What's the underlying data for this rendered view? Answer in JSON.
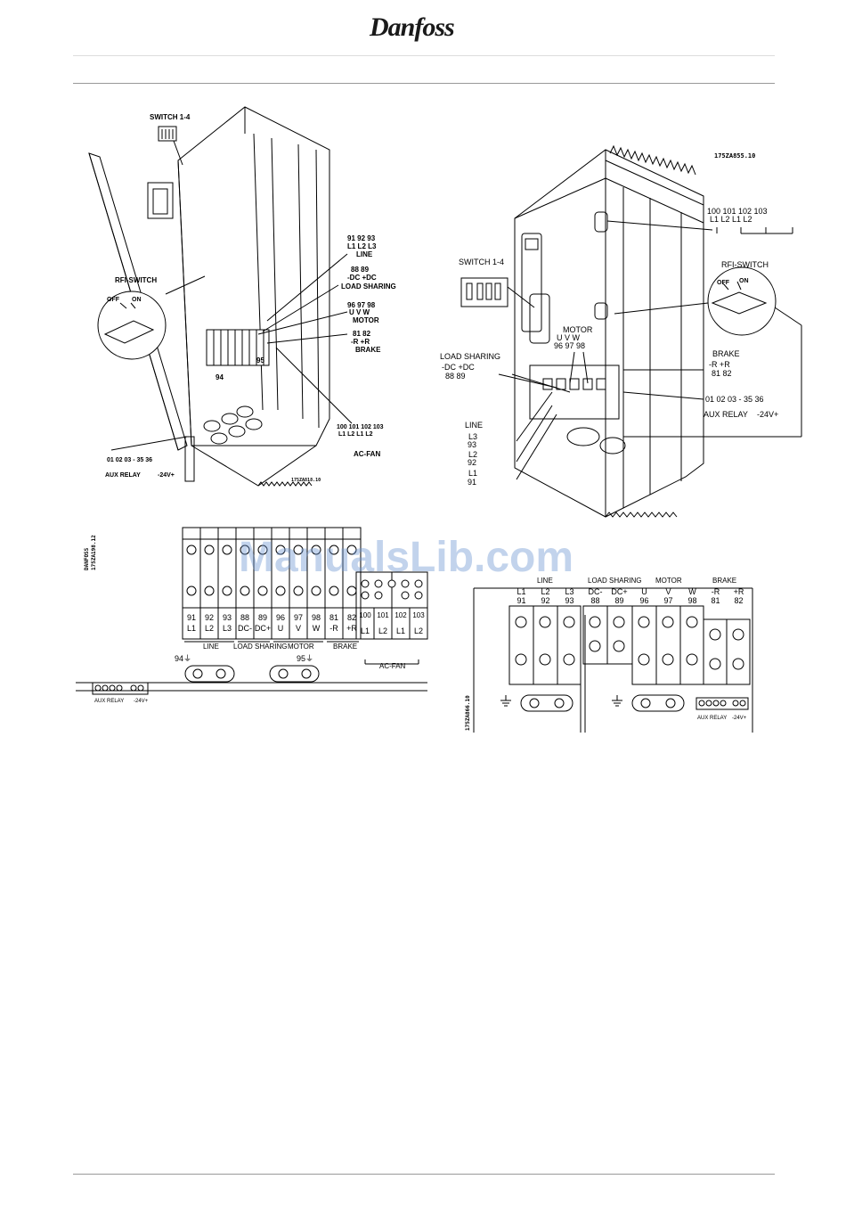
{
  "header": {
    "logo": "Danfoss"
  },
  "fig_left": {
    "code": "175ZA818.10",
    "switch": "SWITCH 1-4",
    "rfi": "RFI-SWITCH",
    "off": "OFF",
    "on": "ON",
    "line_nums": "91 92 93",
    "line_phases": "L1 L2 L3",
    "line": "LINE",
    "ls_nums": "88  89",
    "ls_pol": "-DC +DC",
    "ls": "LOAD SHARING",
    "motor_nums": "96 97 98",
    "motor_uvw": "U  V  W",
    "motor": "MOTOR",
    "brake_nums": "81  82",
    "brake_pol": "-R  +R",
    "brake": "BRAKE",
    "gnd95": "95",
    "gnd94": "94",
    "fan_nums": "100 101 102 103",
    "fan_phases": "L1  L2  L1  L2",
    "acfan": "AC-FAN",
    "aux_nums": "01 02 03  -  35  36",
    "aux": "AUX RELAY",
    "v24": "-24V+"
  },
  "fig_right": {
    "code": "175ZA855.10",
    "switch": "SWITCH 1-4",
    "rfi": "RFI-SWITCH",
    "off": "OFF",
    "on": "ON",
    "fan_nums": "100    101    102    103",
    "fan_phases": "L1      L2      L1      L2",
    "motor": "MOTOR",
    "motor_uvw": "U   V   W",
    "motor_nums": "96  97  98",
    "ls": "LOAD SHARING",
    "ls_pol": "-DC  +DC",
    "ls_nums": "88    89",
    "brake": "BRAKE",
    "brake_pol": "-R  +R",
    "brake_nums": "81  82",
    "aux_nums": "01  02  03  -  35  36",
    "aux": "AUX  RELAY",
    "v24": "-24V+",
    "line": "LINE",
    "l3": "L3",
    "n93": "93",
    "l2": "L2",
    "n92": "92",
    "l1": "L1",
    "n91": "91"
  },
  "terminals_left": {
    "code1": "DANFOSS",
    "code2": "175ZA198.12",
    "cells": [
      {
        "n": "91",
        "p": "L1"
      },
      {
        "n": "92",
        "p": "L2"
      },
      {
        "n": "93",
        "p": "L3"
      },
      {
        "n": "88",
        "p": "DC-"
      },
      {
        "n": "89",
        "p": "DC+"
      },
      {
        "n": "96",
        "p": "U"
      },
      {
        "n": "97",
        "p": "V"
      },
      {
        "n": "98",
        "p": "W"
      },
      {
        "n": "81",
        "p": "-R"
      },
      {
        "n": "82",
        "p": "+R"
      }
    ],
    "fan_cells": [
      {
        "n": "100",
        "p": "L1"
      },
      {
        "n": "101",
        "p": "L2"
      },
      {
        "n": "102",
        "p": "L1"
      },
      {
        "n": "103",
        "p": "L2"
      }
    ],
    "grp_line": "LINE",
    "grp_ls": "LOAD SHARING",
    "grp_motor": "MOTOR",
    "grp_brake": "BRAKE",
    "grp_fan": "AC-FAN",
    "g94": "94",
    "g95": "95",
    "aux": "AUX RELAY",
    "v24": "-24V+"
  },
  "terminals_right": {
    "code": "175ZA866.10",
    "grp_line": "LINE",
    "grp_ls": "LOAD SHARING",
    "grp_motor": "MOTOR",
    "grp_brake": "BRAKE",
    "cells": [
      {
        "p": "L1",
        "n": "91"
      },
      {
        "p": "L2",
        "n": "92"
      },
      {
        "p": "L3",
        "n": "93"
      },
      {
        "p": "DC-",
        "n": "88"
      },
      {
        "p": "DC+",
        "n": "89"
      },
      {
        "p": "U",
        "n": "96"
      },
      {
        "p": "V",
        "n": "97"
      },
      {
        "p": "W",
        "n": "98"
      },
      {
        "p": "-R",
        "n": "81"
      },
      {
        "p": "+R",
        "n": "82"
      }
    ],
    "aux": "AUX RELAY",
    "v24": "-24V+"
  },
  "watermark": "ManualsLib.com"
}
